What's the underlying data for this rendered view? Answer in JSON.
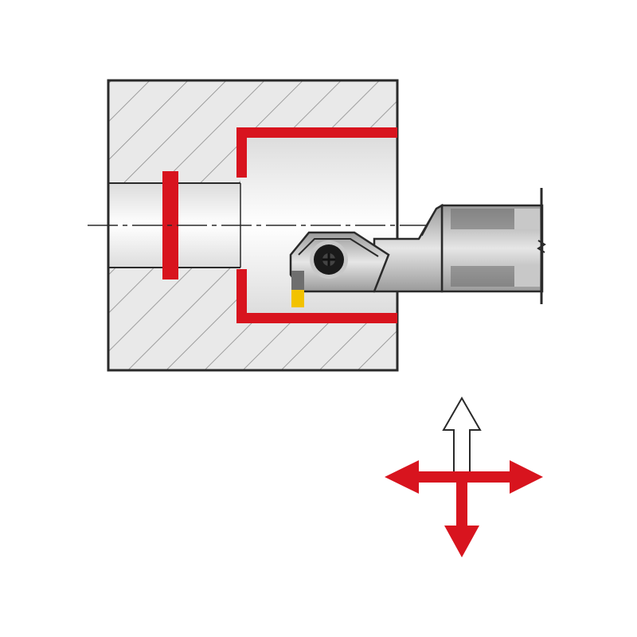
{
  "diagram": {
    "description_visible_text": "",
    "colors": {
      "background": "#ffffff",
      "outline": "#2a2a2a",
      "hatch_fill": "#e9e9e9",
      "hatch_line": "#8c8c8c",
      "bore_fill": "#f7f7f7",
      "profile_red": "#d8141e",
      "tool_gray": "#c8c8c8",
      "tool_dark": "#6e6e6e",
      "insert_yellow": "#f2c200",
      "screw": "#1a1a1a",
      "arrow_red": "#d8141e",
      "arrow_outline": "#2a2a2a"
    },
    "components": {
      "workpiece": "sectioned-workpiece",
      "machined_profile": "red-groove-profile",
      "tool": "boring-bar-holder",
      "insert": "cutting-insert",
      "clamp_screw": "torx-screw-icon",
      "feed_directions": [
        "feed-up-arrow",
        "feed-left-arrow",
        "feed-right-arrow",
        "feed-down-arrow"
      ]
    }
  }
}
